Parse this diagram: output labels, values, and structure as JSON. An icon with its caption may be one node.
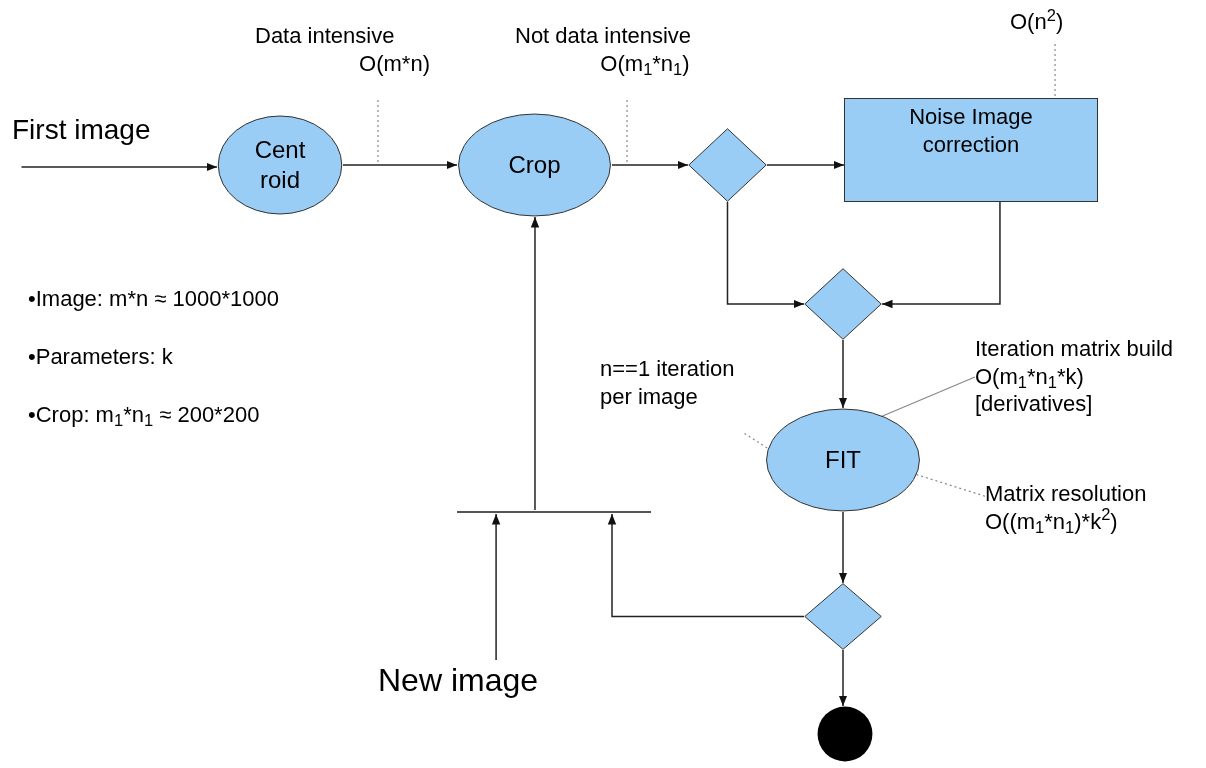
{
  "diagram": {
    "nodes": [
      {
        "text": [
          "First image"
        ]
      },
      {
        "text": [
          "Cent roid"
        ]
      },
      {
        "text": [
          "Crop"
        ]
      },
      {
        "text": [],
        "shape": "diamond"
      },
      {
        "text": [
          "Noise Image correction"
        ]
      },
      {
        "text": [],
        "shape": "diamond"
      },
      {
        "text": [
          "FIT"
        ]
      },
      {
        "text": [],
        "shape": "diamond"
      },
      {
        "text": [],
        "shape": "circle"
      },
      {
        "text": [],
        "shape": "bar"
      },
      {
        "text": [
          "New image"
        ]
      },
      {
        "text": [
          "Data intensive",
          "O(m*n)"
        ]
      },
      {
        "text": [
          "Not data intensive",
          "O(m$_{1}$*n$_{1}$)"
        ]
      },
      {
        "text": [
          "O(n$^{2}$)"
        ]
      },
      {
        "text": [
          "n==1 iteration per image"
        ]
      },
      {
        "text": [
          "Iteration matrix build O(m$_{1}$*n$_{1}$*k) [derivatives]"
        ]
      },
      {
        "text": [
          "Matrix resolution O((m$_{1}$*n$_{1}$)*k$^{2}$)"
        ]
      }
    ],
    "edges": [
      {
        "from": 0,
        "to": 1,
        "arrow": "to"
      },
      {
        "from": 1,
        "to": 2,
        "arrow": "to"
      },
      {
        "from": 2,
        "to": 3,
        "arrow": "to"
      },
      {
        "from": 3,
        "to": 4,
        "arrow": "to"
      },
      {
        "from": 3,
        "to": 5,
        "arrow": "to"
      },
      {
        "from": 4,
        "to": 5,
        "arrow": "to"
      },
      {
        "from": 5,
        "to": 6,
        "arrow": "to"
      },
      {
        "from": 6,
        "to": 7,
        "arrow": "to"
      },
      {
        "from": 7,
        "to": 8,
        "arrow": "to"
      },
      {
        "from": 7,
        "to": 9,
        "arrow": "to"
      },
      {
        "from": 10,
        "to": 9,
        "arrow": "to"
      },
      {
        "from": 9,
        "to": 2,
        "arrow": "to"
      },
      {
        "from": 11,
        "to": null,
        "arrow": "none",
        "style": "dashed",
        "color": "#888888"
      },
      {
        "from": 12,
        "to": null,
        "arrow": "none",
        "style": "dashed",
        "color": "#888888"
      },
      {
        "from": 13,
        "to": 4,
        "arrow": "none",
        "style": "dashed",
        "color": "#888888"
      },
      {
        "from": 14,
        "to": 6,
        "arrow": "none",
        "style": "dashed",
        "color": "#888888"
      },
      {
        "from": 15,
        "to": 6,
        "arrow": "none",
        "color": "#888888"
      },
      {
        "from": 16,
        "to": 6,
        "arrow": "none",
        "style": "dashed",
        "color": "#888888"
      }
    ],
    "labels": [
      "•Image: m*n ≈ 1000*1000",
      "•Parameters: k",
      "•Crop: m$_{1}$*n$_{1}$ ≈ 200*200"
    ]
  }
}
